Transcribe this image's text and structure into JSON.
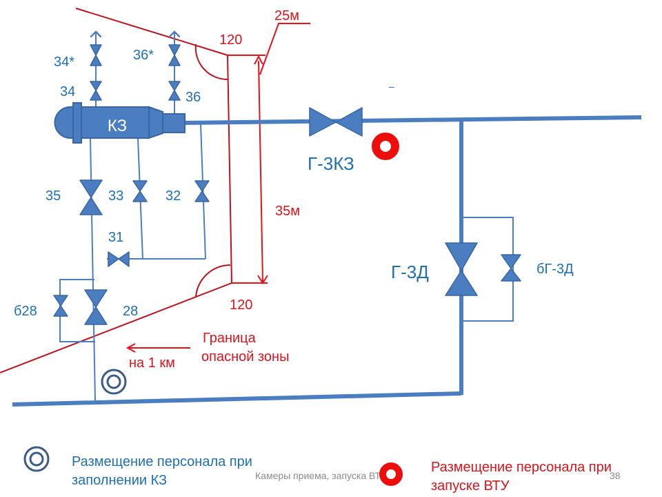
{
  "diagram": {
    "vessel": {
      "label": "КЗ"
    },
    "valves": {
      "v34star": "34*",
      "v36star": "36*",
      "v34": "34",
      "v36": "36",
      "v35": "35",
      "v33": "33",
      "v32": "32",
      "v31": "31",
      "v28": "28",
      "vb28": "б28",
      "g3kz": "Г-3КЗ",
      "g3d": "Г-3Д",
      "bg3d": "бГ-3Д"
    },
    "dimensions": {
      "angle_top": "120",
      "angle_bottom": "120",
      "dist_25": "25м",
      "dist_35": "35м"
    },
    "annotations": {
      "zone_line1": "Граница",
      "zone_line2": "опасной зоны",
      "distance_arrow": "на 1 км",
      "dash": "–"
    },
    "colors": {
      "pipe": "#4a7ec0",
      "label_blue": "#1f6fb4",
      "danger_red": "#d9141c",
      "personnel_marker": "#3b5a85"
    }
  },
  "legend": {
    "kz_filling": {
      "icon": "double-circle-icon",
      "line1": "Размещение персонала при",
      "line2": "заполнении КЗ"
    },
    "vtu_launch": {
      "icon": "red-ring-icon",
      "line1": "Размещение персонала при",
      "line2": "запуске ВТУ"
    }
  },
  "footer": {
    "slide_title": "Камеры приема, запуска ВТУ",
    "page_number": "38"
  }
}
